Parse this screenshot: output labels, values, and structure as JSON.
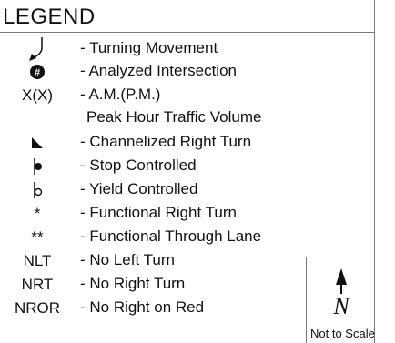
{
  "legend": {
    "title": "LEGEND",
    "items": [
      {
        "icon": "turning-movement-arrow-icon",
        "label": "- Turning Movement"
      },
      {
        "icon": "analyzed-intersection-icon",
        "icon_text": "#",
        "label": "- Analyzed Intersection"
      },
      {
        "symbol": "X(X)",
        "label": "- A.M.(P.M.)",
        "label2": "Peak Hour Traffic Volume"
      },
      {
        "icon": "channelized-right-turn-icon",
        "label": "- Channelized Right Turn"
      },
      {
        "icon": "stop-controlled-icon",
        "label": "- Stop Controlled"
      },
      {
        "icon": "yield-controlled-icon",
        "label": "- Yield Controlled"
      },
      {
        "symbol": "*",
        "label": "- Functional Right Turn"
      },
      {
        "symbol": "**",
        "label": "- Functional Through Lane"
      },
      {
        "symbol": "NLT",
        "label": "- No Left Turn"
      },
      {
        "symbol": "NRT",
        "label": "- No Right Turn"
      },
      {
        "symbol": "NROR",
        "label": "- No Right on Red"
      }
    ]
  },
  "north": {
    "icon": "north-arrow-icon",
    "letter": "N",
    "scale_label": "Not to Scale"
  }
}
